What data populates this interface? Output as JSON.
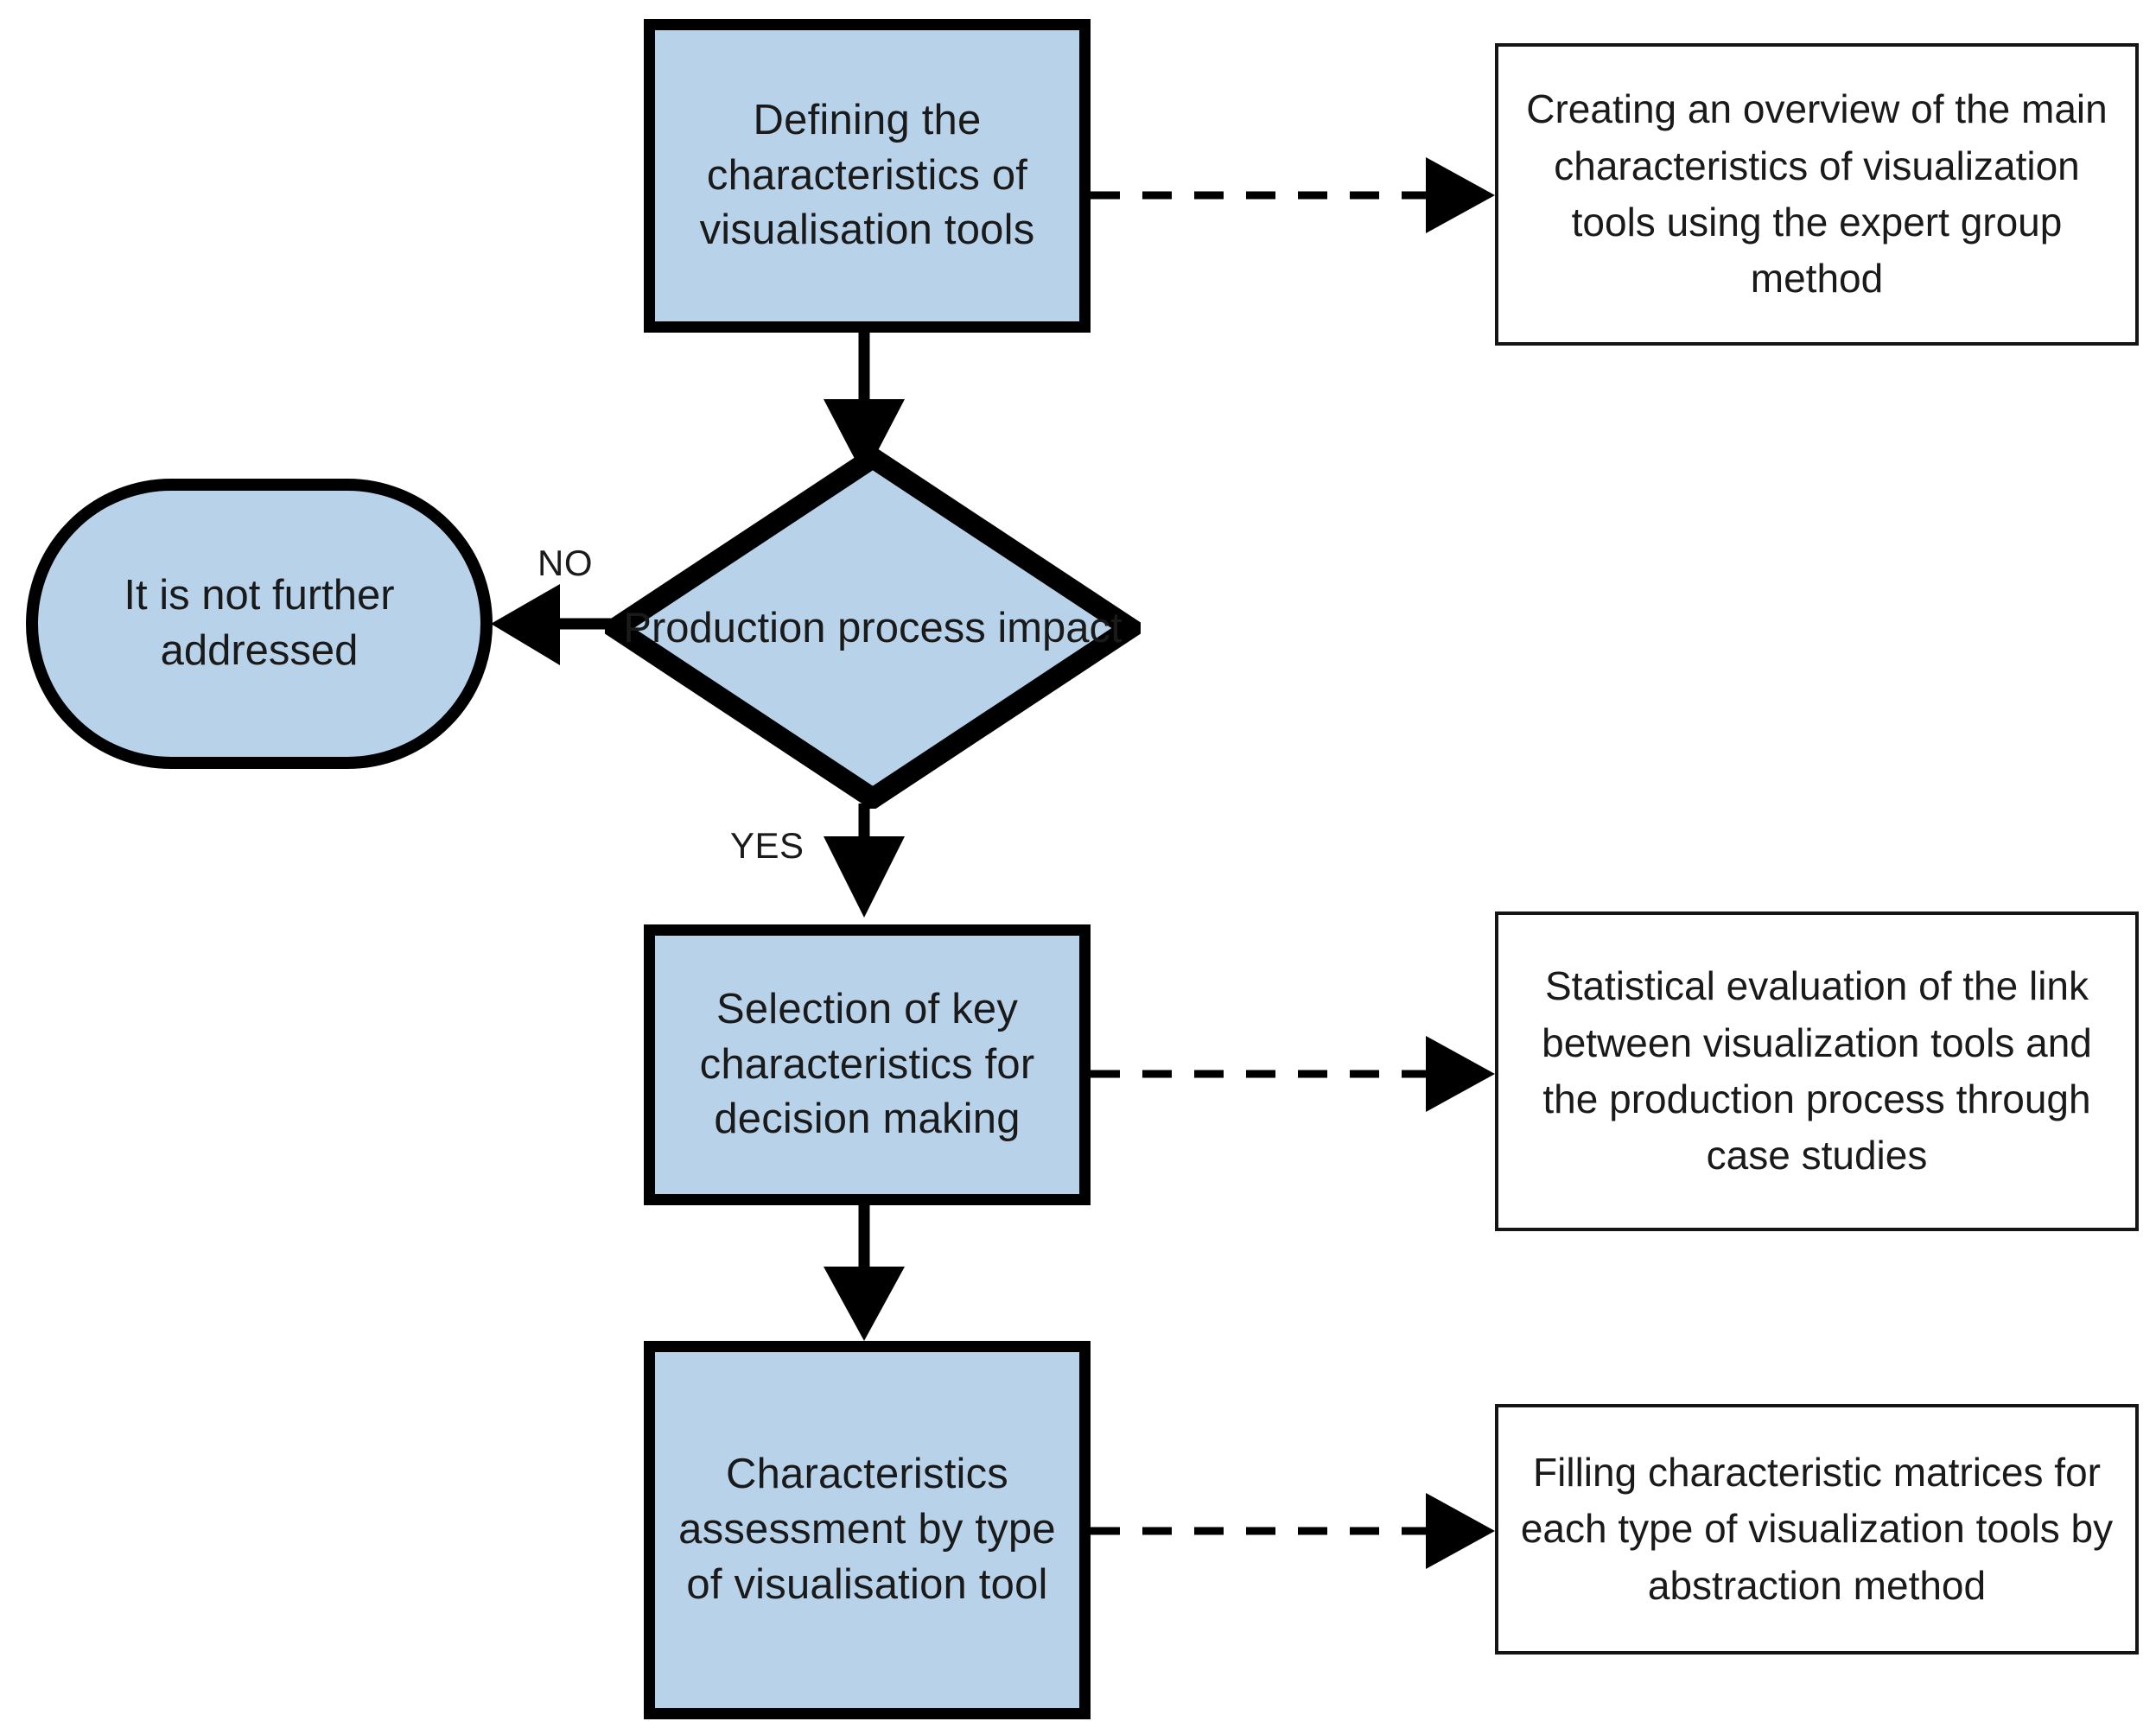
{
  "diagram": {
    "type": "flowchart",
    "title": "",
    "colors": {
      "node_fill": "#b8d2ea",
      "node_stroke": "#000000",
      "annotation_fill": "#ffffff",
      "annotation_stroke": "#151515",
      "text": "#1a1a1a",
      "background": "#ffffff"
    }
  },
  "nodes": {
    "step1": {
      "shape": "process",
      "label": "Defining the characteristics of visualisation tools"
    },
    "decision": {
      "shape": "decision",
      "label": "Production process impact"
    },
    "reject": {
      "shape": "terminator",
      "label": "It is not further addressed"
    },
    "step2": {
      "shape": "process",
      "label": "Selection of key characteristics for decision making"
    },
    "step3": {
      "shape": "process",
      "label": "Characteristics assessment by type of visualisation tool"
    }
  },
  "annotations": {
    "note1": {
      "label": "Creating an overview of the main characteristics of visualization tools using the expert group method"
    },
    "note2": {
      "label": "Statistical evaluation of the link between visualization tools and the production process through case studies"
    },
    "note3": {
      "label": "Filling characteristic matrices for each type of visualization tools by abstraction method"
    }
  },
  "edges": {
    "no_label": "NO",
    "yes_label": "YES"
  }
}
